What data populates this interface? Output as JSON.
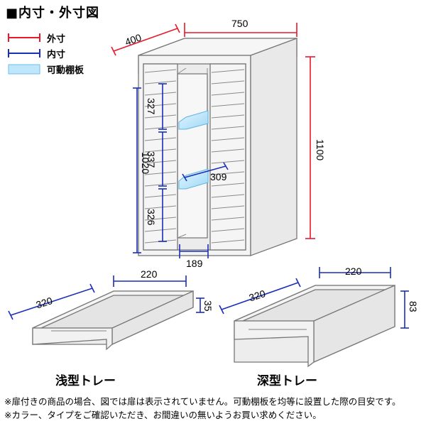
{
  "title": "■内寸・外寸図",
  "legend": {
    "outer_label": "外寸",
    "inner_label": "内寸",
    "shelf_label": "可動棚板",
    "outer_color": "#e8192c",
    "inner_color": "#1a2fb8",
    "shelf_color": "#bfe6fb"
  },
  "cabinet": {
    "depth": "400",
    "width": "750",
    "height": "1100",
    "inner_height": "1020",
    "inner_section_1": "327",
    "inner_section_2": "337",
    "inner_section_3": "326",
    "shelf_depth": "309",
    "inner_width": "189"
  },
  "trays": {
    "shallow": {
      "label": "浅型トレー",
      "width": "220",
      "depth": "320",
      "height": "35"
    },
    "deep": {
      "label": "深型トレー",
      "width": "220",
      "depth": "320",
      "height": "83"
    }
  },
  "notes": [
    "※扉付きの商品の場合、図では扉は表示されていません。可動棚板を均等に設置した際の目安です。",
    "※カラー、タイプをご確認いただき、お間違いの無いようお買い求めください。"
  ]
}
